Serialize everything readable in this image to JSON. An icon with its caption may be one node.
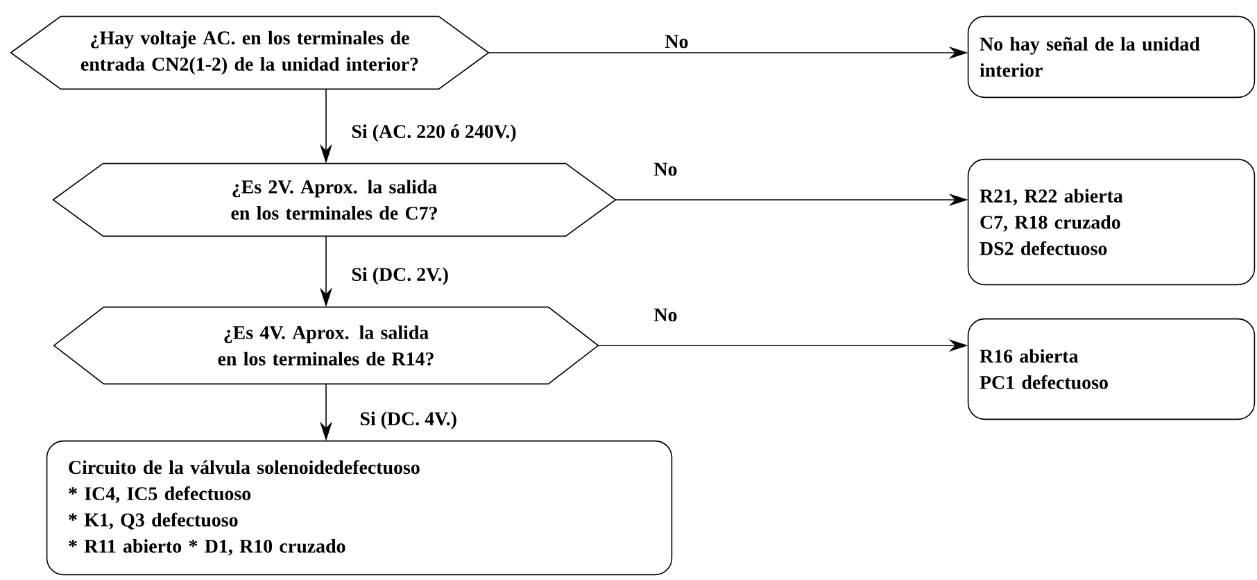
{
  "diagram": {
    "nodes": [
      {
        "text": [
          "¿Hay voltaje AC. en los terminales de entrada CN2(1-2) de la unidad interior?"
        ]
      },
      {
        "text": [
          "No hay señal de la unidad interior"
        ]
      },
      {
        "text": [
          "¿Es 2V. Aprox. la salida en los terminales de C7?"
        ]
      },
      {
        "text": [
          "R21, R22 abierta",
          "C7, R18 cruzado",
          "DS2 defectuoso"
        ]
      },
      {
        "text": [
          "¿Es 4V. Aprox. la salida en los terminales de R14?"
        ]
      },
      {
        "text": [
          "R16 abierta",
          "PC1 defectuoso"
        ]
      },
      {
        "text": [
          "Circuito de la válvula solenoidedefectuoso",
          "* IC4, IC5 defectuoso",
          "* K1, Q3 defectuoso",
          "* R11 abierto * D1, R10 cruzado"
        ]
      }
    ],
    "edges": [
      {
        "from": 0,
        "to": 1,
        "arrow": "to",
        "label": "No"
      },
      {
        "from": 0,
        "to": 2,
        "arrow": "to",
        "label": "Si (AC. 220 ó 240V.)"
      },
      {
        "from": 2,
        "to": 3,
        "arrow": "to",
        "label": "No"
      },
      {
        "from": 2,
        "to": 4,
        "arrow": "to",
        "label": "Si (DC. 2V.)"
      },
      {
        "from": 4,
        "to": 5,
        "arrow": "to",
        "label": "No"
      },
      {
        "from": 4,
        "to": 6,
        "arrow": "to",
        "label": "Si (DC. 4V.)"
      }
    ]
  }
}
